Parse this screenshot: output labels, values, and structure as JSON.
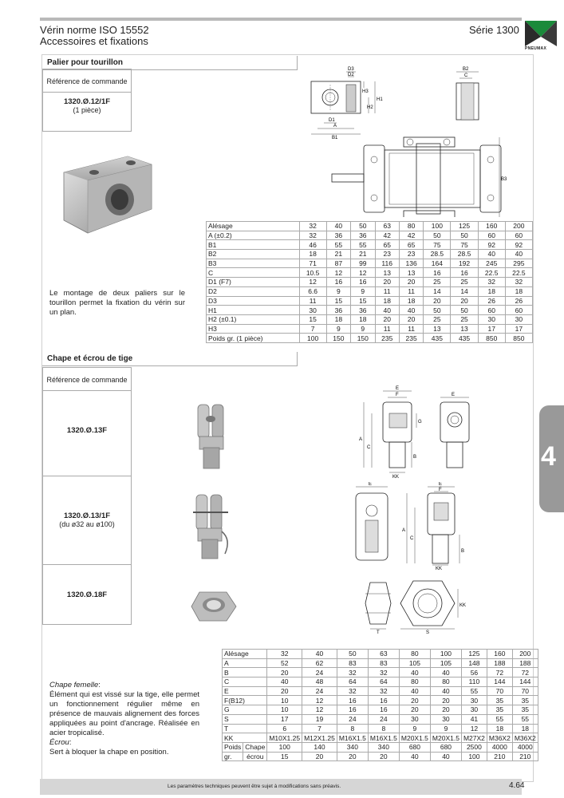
{
  "header": {
    "title_line1": "Vérin norme ISO 15552",
    "title_line2": "Accessoires et fixations",
    "serie": "Série 1300",
    "logo_text": "PNEUMAX"
  },
  "tab_number": "4",
  "section1": {
    "heading": "Palier pour tourillon",
    "ref_header": "Référence de commande",
    "ref_code": "1320.Ø.12/1F",
    "ref_sub": "(1 pièce)",
    "description": "Le montage de deux paliers sur le tourillon permet la fixation du vérin sur un plan.",
    "drawing_labels": [
      "D3",
      "D2",
      "H3",
      "H2",
      "H1",
      "D1",
      "A",
      "B1",
      "B2",
      "C",
      "B3"
    ],
    "columns": [
      "32",
      "40",
      "50",
      "63",
      "80",
      "100",
      "125",
      "160",
      "200"
    ],
    "rows": [
      {
        "label": "Alésage",
        "values": [
          "32",
          "40",
          "50",
          "63",
          "80",
          "100",
          "125",
          "160",
          "200"
        ]
      },
      {
        "label": "A (±0.2)",
        "values": [
          "32",
          "36",
          "36",
          "42",
          "42",
          "50",
          "50",
          "60",
          "60"
        ]
      },
      {
        "label": "B1",
        "values": [
          "46",
          "55",
          "55",
          "65",
          "65",
          "75",
          "75",
          "92",
          "92"
        ]
      },
      {
        "label": "B2",
        "values": [
          "18",
          "21",
          "21",
          "23",
          "23",
          "28.5",
          "28.5",
          "40",
          "40"
        ]
      },
      {
        "label": "B3",
        "values": [
          "71",
          "87",
          "99",
          "116",
          "136",
          "164",
          "192",
          "245",
          "295"
        ]
      },
      {
        "label": "C",
        "values": [
          "10.5",
          "12",
          "12",
          "13",
          "13",
          "16",
          "16",
          "22.5",
          "22.5"
        ]
      },
      {
        "label": "D1 (F7)",
        "values": [
          "12",
          "16",
          "16",
          "20",
          "20",
          "25",
          "25",
          "32",
          "32"
        ]
      },
      {
        "label": "D2",
        "values": [
          "6.6",
          "9",
          "9",
          "11",
          "11",
          "14",
          "14",
          "18",
          "18"
        ]
      },
      {
        "label": "D3",
        "values": [
          "11",
          "15",
          "15",
          "18",
          "18",
          "20",
          "20",
          "26",
          "26"
        ]
      },
      {
        "label": "H1",
        "values": [
          "30",
          "36",
          "36",
          "40",
          "40",
          "50",
          "50",
          "60",
          "60"
        ]
      },
      {
        "label": "H2 (±0.1)",
        "values": [
          "15",
          "18",
          "18",
          "20",
          "20",
          "25",
          "25",
          "30",
          "30"
        ]
      },
      {
        "label": "H3",
        "values": [
          "7",
          "9",
          "9",
          "11",
          "11",
          "13",
          "13",
          "17",
          "17"
        ]
      },
      {
        "label": "Poids gr. (1 pièce)",
        "values": [
          "100",
          "150",
          "150",
          "235",
          "235",
          "435",
          "435",
          "850",
          "850"
        ]
      }
    ]
  },
  "section2": {
    "heading": "Chape et écrou de tige",
    "ref_header": "Référence de commande",
    "refs": [
      {
        "code": "1320.Ø.13F",
        "sub": ""
      },
      {
        "code": "1320.Ø.13/1F",
        "sub": "(du ø32 au ø100)"
      },
      {
        "code": "1320.Ø.18F",
        "sub": ""
      }
    ],
    "description": {
      "chape_title": "Chape femelle",
      "chape_text": "Élément qui est vissé sur la tige, elle permet un fonctionnement régulier même en présence de mauvais alignement des forces appliquées au point d'ancrage. Réalisée en acier tropicalisé.",
      "ecrou_title": "Écrou",
      "ecrou_text": "Sert à bloquer la chape en position."
    },
    "drawing_labels": [
      "E",
      "F",
      "G",
      "A",
      "C",
      "B",
      "KK",
      "S",
      "T"
    ],
    "rows": [
      {
        "label": "Alésage",
        "values": [
          "32",
          "40",
          "50",
          "63",
          "80",
          "100",
          "125",
          "160",
          "200"
        ]
      },
      {
        "label": "A",
        "values": [
          "52",
          "62",
          "83",
          "83",
          "105",
          "105",
          "148",
          "188",
          "188"
        ]
      },
      {
        "label": "B",
        "values": [
          "20",
          "24",
          "32",
          "32",
          "40",
          "40",
          "56",
          "72",
          "72"
        ]
      },
      {
        "label": "C",
        "values": [
          "40",
          "48",
          "64",
          "64",
          "80",
          "80",
          "110",
          "144",
          "144"
        ]
      },
      {
        "label": "E",
        "values": [
          "20",
          "24",
          "32",
          "32",
          "40",
          "40",
          "55",
          "70",
          "70"
        ]
      },
      {
        "label": "F(B12)",
        "values": [
          "10",
          "12",
          "16",
          "16",
          "20",
          "20",
          "30",
          "35",
          "35"
        ]
      },
      {
        "label": "G",
        "values": [
          "10",
          "12",
          "16",
          "16",
          "20",
          "20",
          "30",
          "35",
          "35"
        ]
      },
      {
        "label": "S",
        "values": [
          "17",
          "19",
          "24",
          "24",
          "30",
          "30",
          "41",
          "55",
          "55"
        ]
      },
      {
        "label": "T",
        "values": [
          "6",
          "7",
          "8",
          "8",
          "9",
          "9",
          "12",
          "18",
          "18"
        ]
      },
      {
        "label": "KK",
        "values": [
          "M10X1.25",
          "M12X1.25",
          "M16X1.5",
          "M16X1.5",
          "M20X1.5",
          "M20X1.5",
          "M27X2",
          "M36X2",
          "M36X2"
        ]
      }
    ],
    "weight_rows": [
      {
        "label1": "Poids",
        "label2": "Chape",
        "values": [
          "100",
          "140",
          "340",
          "340",
          "680",
          "680",
          "2500",
          "4000",
          "4000"
        ]
      },
      {
        "label1": "gr.",
        "label2": "écrou",
        "values": [
          "15",
          "20",
          "20",
          "20",
          "40",
          "40",
          "100",
          "210",
          "210"
        ]
      }
    ]
  },
  "footer": {
    "note": "Les paramètres techniques peuvent être sujet à modifications sans préavis.",
    "page": "4.64"
  }
}
